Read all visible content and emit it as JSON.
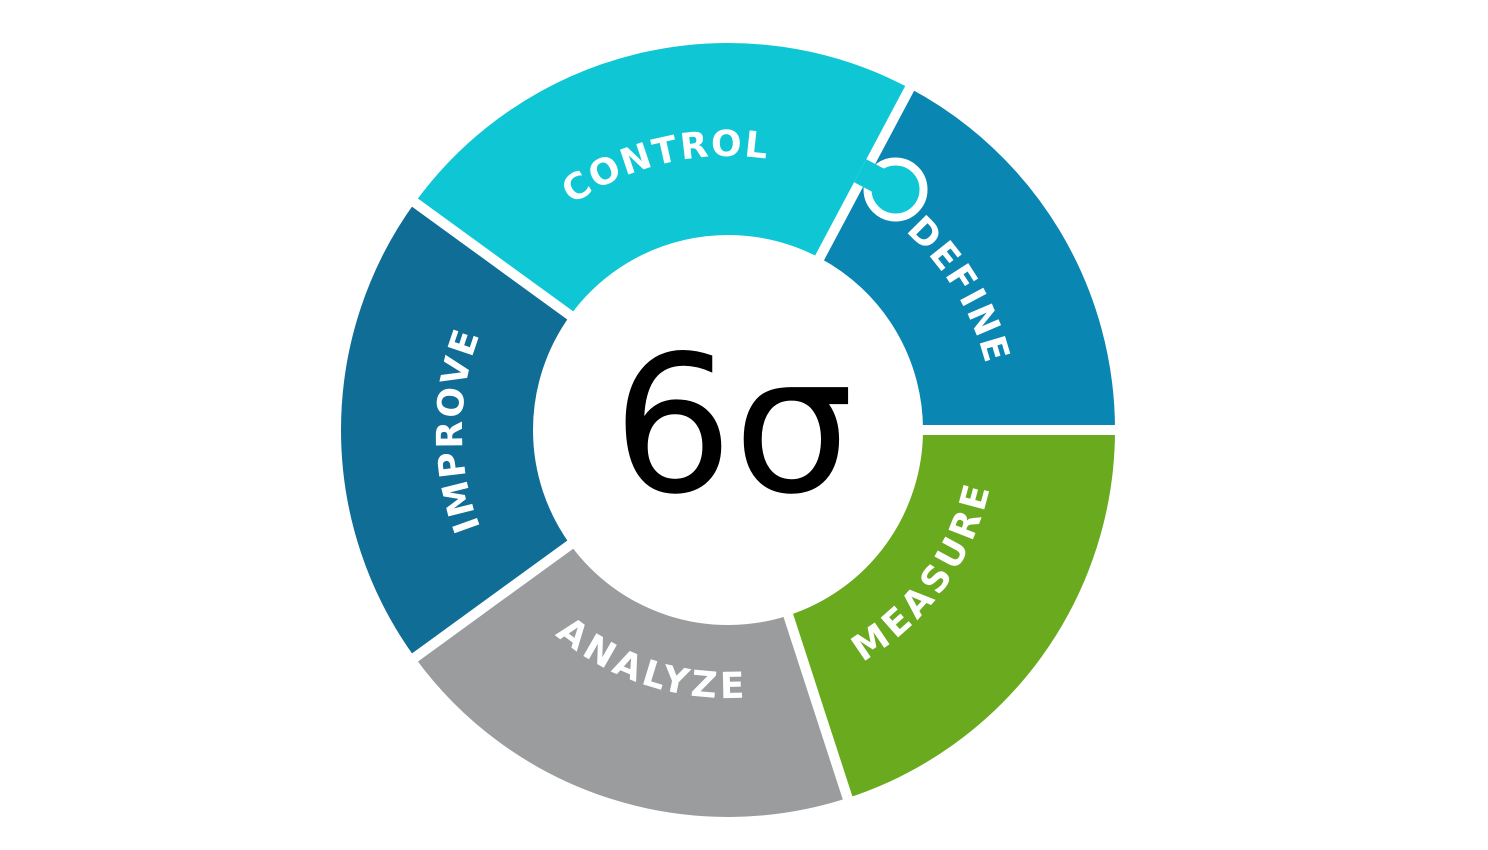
{
  "center": {
    "symbol": "6σ"
  },
  "segments": [
    {
      "id": "define",
      "label": "DEFINE",
      "color": "#0a86b3"
    },
    {
      "id": "measure",
      "label": "MEASURE",
      "color": "#6aaa1e"
    },
    {
      "id": "analyze",
      "label": "ANALYZE",
      "color": "#9a9c9e"
    },
    {
      "id": "improve",
      "label": "IMPROVE",
      "color": "#0f6d96"
    },
    {
      "id": "control",
      "label": "CONTROL",
      "color": "#0fc7d4"
    }
  ],
  "background": "#ffffff",
  "divider_color": "#ffffff"
}
